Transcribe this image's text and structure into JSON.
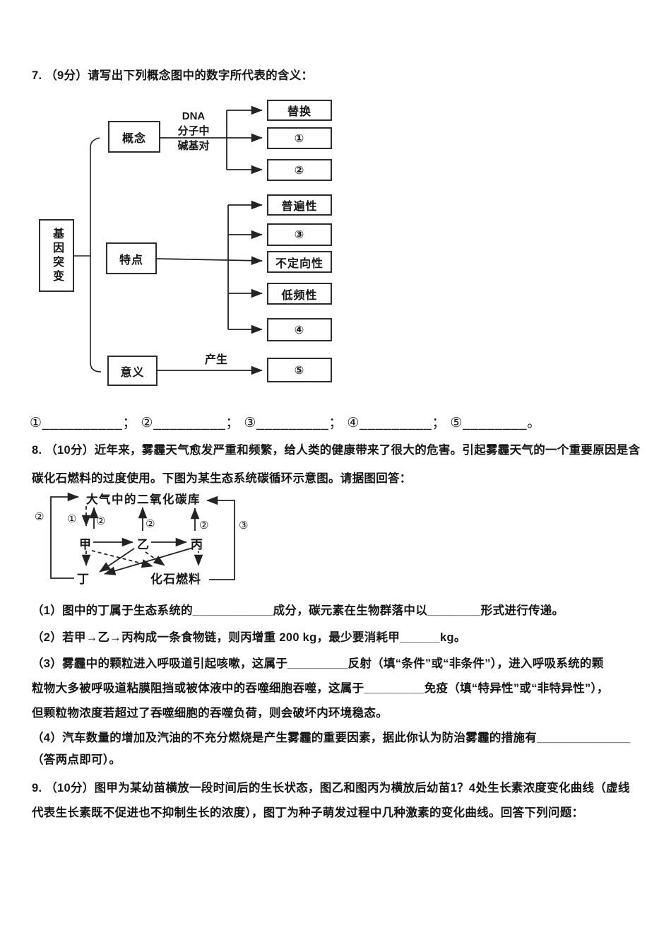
{
  "page": {
    "background": "#ffffff",
    "ink": "#161616"
  },
  "q7": {
    "header": "7. （9分）请写出下列概念图中的数字所代表的含义：",
    "diagram": {
      "root": "基因突变",
      "concept_node": "概念",
      "concept_edge_lines": [
        "DNA",
        "分子中",
        "碱基对"
      ],
      "concept_leaves": [
        "替换",
        "①",
        "②"
      ],
      "feature_node": "特点",
      "feature_leaves": [
        "普遍性",
        "③",
        "不定向性",
        "低频性",
        "④"
      ],
      "meaning_node": "意义",
      "meaning_edge": "产生",
      "meaning_leaf": "⑤"
    },
    "answer_line": "①__________； ②_________； ③_________； ④_________； ⑤________。"
  },
  "q8": {
    "intro_lines": [
      "8. （10分）近年来，雾霾天气愈发严重和频繁，给人类的健康带来了很大的危害。引起雾霾天气的一个重要原因是含",
      "碳化石燃料的过度使用。下图为某生态系统碳循环示意图。请据图回答："
    ],
    "diagram": {
      "title": "大气中的二氧化碳库",
      "producer": "甲",
      "consumer1": "乙",
      "consumer2": "丙",
      "decomposer": "丁",
      "fossil_fuel": "化石燃料",
      "label_photosynthesis": "①",
      "label_respiration": "②",
      "label_combustion": "③"
    },
    "sub_questions": {
      "s1": "（1）图中的丁属于生态系统的____________成分，碳元素在生物群落中以________形式进行传递。",
      "s2": "（2）若甲→乙→丙构成一条食物链，则丙增重 200 kg，最少要消耗甲______kg。",
      "s3_lines": [
        "（3）雾霾中的颗粒进入呼吸道引起咳嗽，这属于_________反射（填“条件”或“非条件”），进入呼吸系统的颗",
        "粒物大多被呼吸道粘膜阻挡或被体液中的吞噬细胞吞噬，这属于_________免疫（填“特异性”或“非特异性”），",
        "但颗粒物浓度若超过了吞噬细胞的吞噬负荷，则会破坏内环境稳态。"
      ],
      "s4_lines": [
        "（4）汽车数量的增加及汽油的不充分燃烧是产生雾霾的重要因素，据此你认为防治雾霾的措施有______________",
        "（答两点即可）。"
      ]
    }
  },
  "q9": {
    "intro_lines": [
      "9. （10分）图甲为某幼苗横放一段时间后的生长状态，图乙和图丙为横放后幼苗1？4处生长素浓度变化曲线（虚线",
      "代表生长素既不促进也不抑制生长的浓度），图丁为种子萌发过程中几种激素的变化曲线。回答下列问题："
    ]
  }
}
